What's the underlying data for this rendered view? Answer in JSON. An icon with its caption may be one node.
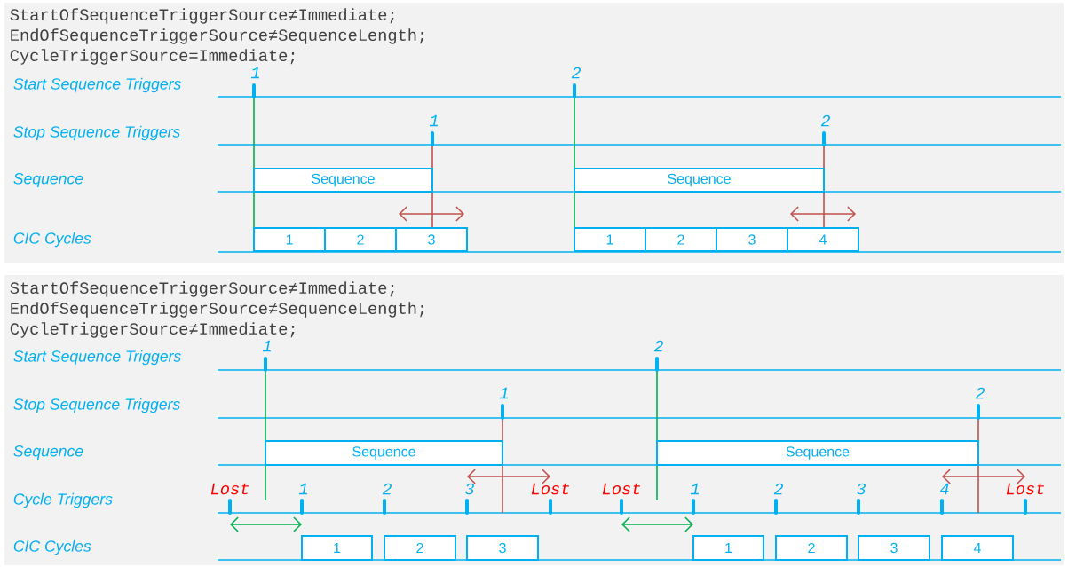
{
  "diagram": {
    "nodes": [
      {
        "text": [
          "Sequence"
        ]
      },
      {
        "text": [
          "1"
        ]
      },
      {
        "text": [
          "2"
        ]
      },
      {
        "text": [
          "3"
        ]
      },
      {
        "text": [
          "Sequence"
        ]
      },
      {
        "text": [
          "1"
        ]
      },
      {
        "text": [
          "2"
        ]
      },
      {
        "text": [
          "3"
        ]
      },
      {
        "text": [
          "4"
        ]
      },
      {
        "text": [
          "Sequence"
        ]
      },
      {
        "text": [
          "1"
        ]
      },
      {
        "text": [
          "2"
        ]
      },
      {
        "text": [
          "3"
        ]
      },
      {
        "text": [
          "Sequence"
        ]
      },
      {
        "text": [
          "1"
        ]
      },
      {
        "text": [
          "2"
        ]
      },
      {
        "text": [
          "3"
        ]
      },
      {
        "text": [
          "4"
        ]
      }
    ],
    "labels": [
      "StartOfSequenceTriggerSource≠Immediate;",
      "EndOfSequenceTriggerSource≠SequenceLength;",
      "CycleTriggerSource=Immediate;",
      "Start Sequence Triggers",
      "1",
      "2",
      "Stop Sequence Triggers",
      "1",
      "2",
      "Sequence",
      "CIC Cycles",
      "StartOfSequenceTriggerSource≠Immediate;",
      "EndOfSequenceTriggerSource≠SequenceLength;",
      "CycleTriggerSource≠Immediate;",
      "Start Sequence Triggers",
      "1",
      "2",
      "Stop Sequence Triggers",
      "1",
      "2",
      "Sequence",
      "Cycle Triggers",
      "Lost",
      "1",
      "2",
      "3",
      "Lost",
      "Lost",
      "1",
      "2",
      "3",
      "4",
      "Lost",
      "CIC Cycles"
    ]
  }
}
